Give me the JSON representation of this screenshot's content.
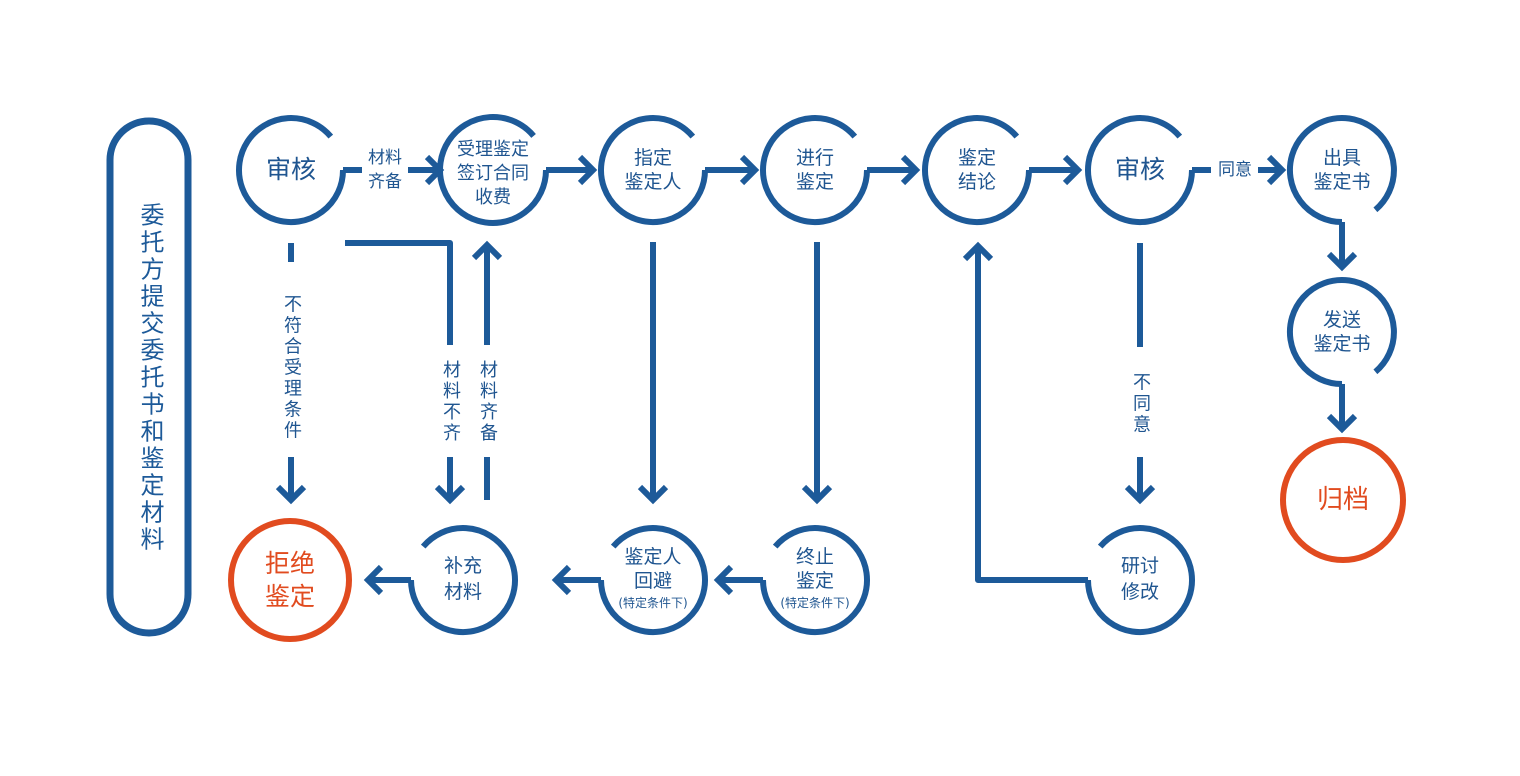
{
  "colors": {
    "primary": "#1d5a99",
    "text": "#1f5590",
    "terminal": "#e14b1f",
    "background": "#ffffff"
  },
  "start": {
    "label": "委托方提交委托书和鉴定材料"
  },
  "nodes": {
    "review_1": {
      "lines": [
        "审核"
      ]
    },
    "accept": {
      "lines": [
        "受理鉴定",
        "签订合同",
        "收费"
      ]
    },
    "assign": {
      "lines": [
        "指定",
        "鉴定人"
      ]
    },
    "conduct": {
      "lines": [
        "进行",
        "鉴定"
      ]
    },
    "conclusion": {
      "lines": [
        "鉴定",
        "结论"
      ]
    },
    "review_2": {
      "lines": [
        "审核"
      ]
    },
    "issue": {
      "lines": [
        "出具",
        "鉴定书"
      ]
    },
    "send": {
      "lines": [
        "发送",
        "鉴定书"
      ]
    },
    "archive": {
      "lines": [
        "归档"
      ]
    },
    "reject": {
      "lines": [
        "拒绝",
        "鉴定"
      ]
    },
    "supplement": {
      "lines": [
        "补充",
        "材料"
      ]
    },
    "recusal": {
      "lines": [
        "鉴定人",
        "回避"
      ],
      "note": "(特定条件下)"
    },
    "terminate": {
      "lines": [
        "终止",
        "鉴定"
      ],
      "note": "(特定条件下)"
    },
    "discuss": {
      "lines": [
        "研讨",
        "修改"
      ]
    }
  },
  "edges": {
    "review_to_accept": {
      "lines": [
        "材料",
        "齐备"
      ]
    },
    "review_to_reject": {
      "label": "不符合受理条件"
    },
    "accept_to_supplement": {
      "label": "材料不齐"
    },
    "supplement_to_accept": {
      "label": "材料齐备"
    },
    "review_to_issue": {
      "label": "同意"
    },
    "review_to_discuss": {
      "label": "不同意"
    }
  }
}
